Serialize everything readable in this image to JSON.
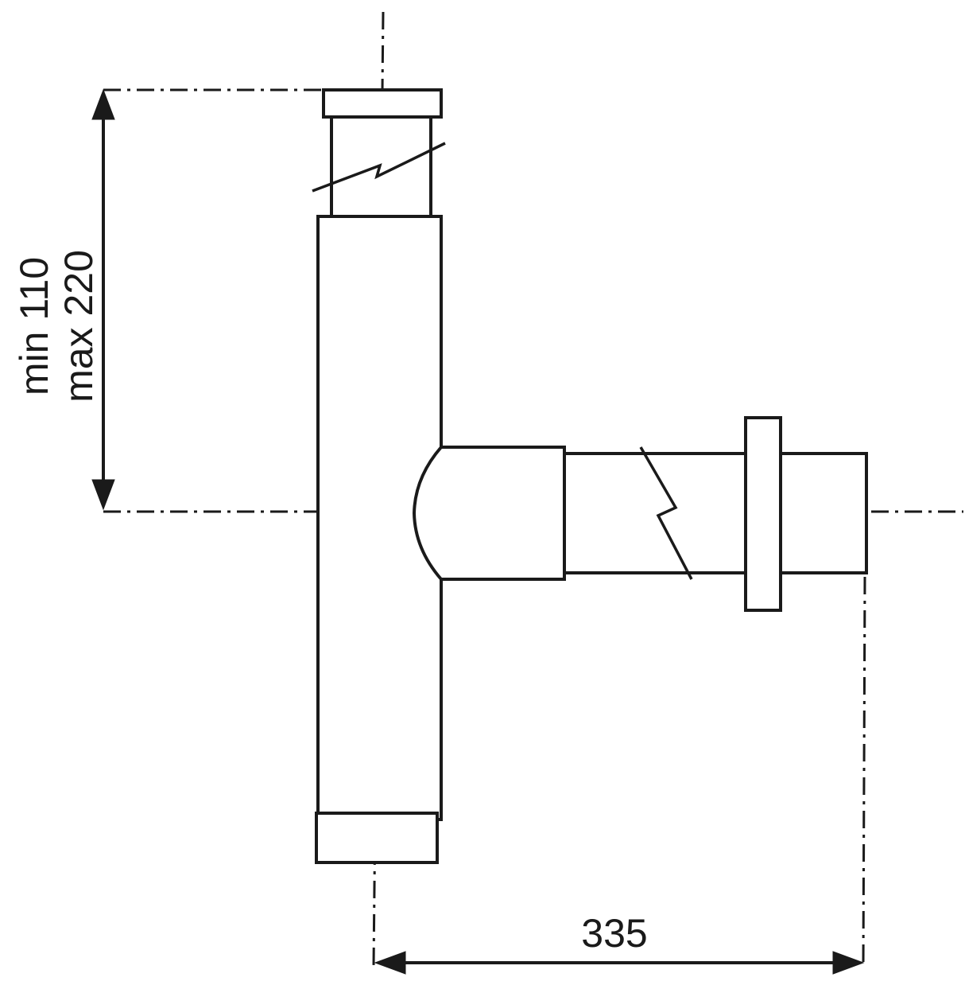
{
  "dimensions": {
    "height_label_min": "min 110",
    "height_label_max": "max 220",
    "width_label": "335"
  },
  "colors": {
    "line": "#1a1a1a",
    "background": "#ffffff"
  }
}
